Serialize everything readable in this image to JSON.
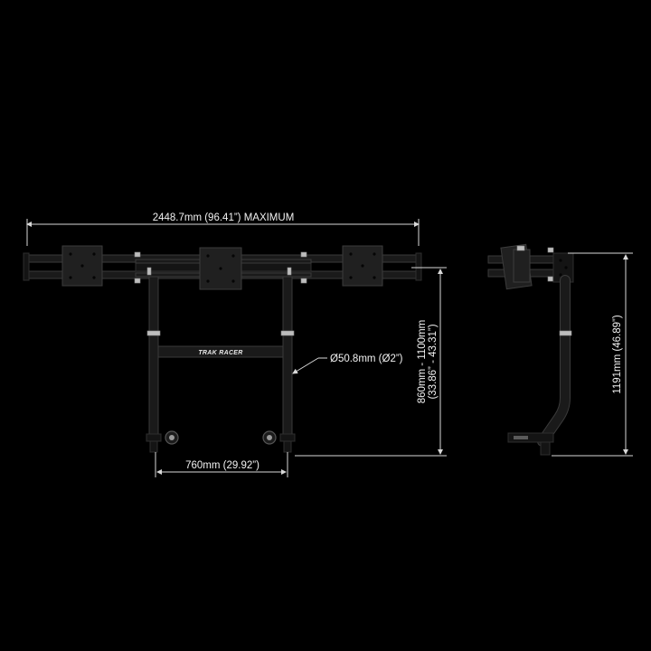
{
  "dimensions": {
    "overall_width": "2448.7mm (96.41”) MAXIMUM",
    "tube_diameter": "Ø50.8mm (Ø2”)",
    "leg_spacing": "760mm (29.92”)",
    "height_range_mm": "860mm - 1100mm",
    "height_range_in": "(33.86” - 43.31”)",
    "side_height": "1191mm (46.89”)"
  },
  "branding": {
    "crossbar_logo": "TRAK RACER"
  },
  "colors": {
    "background": "#000000",
    "frame": "#1a1a1a",
    "clamp": "#bdbdbd",
    "dimension_line": "#d8d8d8",
    "text": "#f2f2f2"
  }
}
